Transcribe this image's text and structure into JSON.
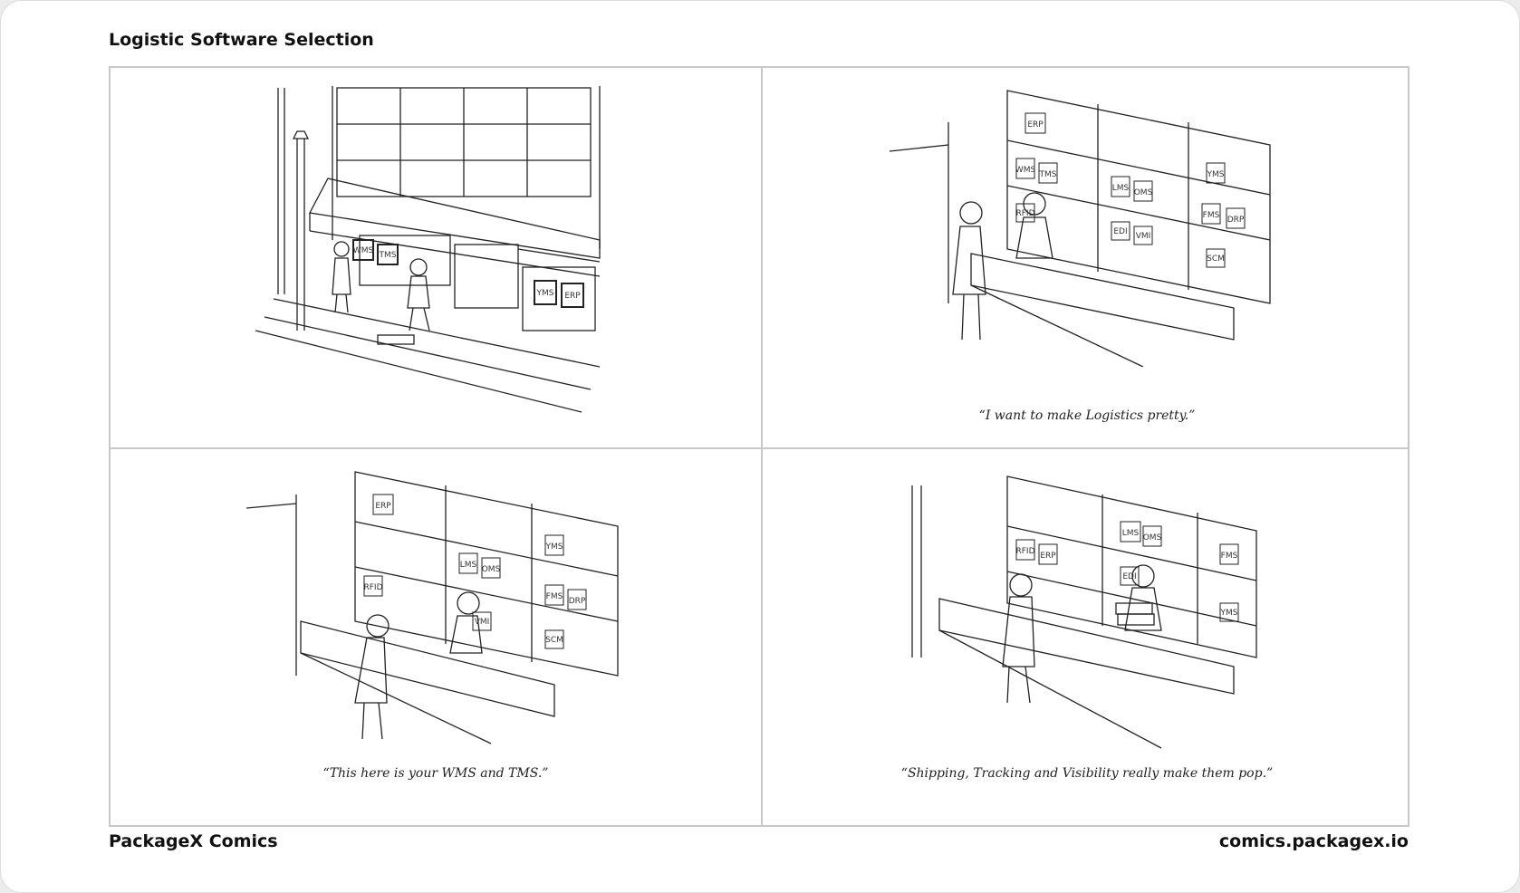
{
  "header": {
    "title": "Logistic Software Selection"
  },
  "panels": [
    {
      "caption": "",
      "signs": [
        "WMS",
        "TMS",
        "YMS",
        "ERP"
      ]
    },
    {
      "caption": "“I want to make Logistics pretty.”",
      "shelf_labels": [
        "ERP",
        "WMS",
        "TMS",
        "LMS",
        "OMS",
        "YMS",
        "FMS",
        "DRP",
        "RFID",
        "EDI",
        "VMI",
        "SCM"
      ]
    },
    {
      "caption": "“This here is your WMS and TMS.”",
      "shelf_labels": [
        "ERP",
        "LMS",
        "OMS",
        "YMS",
        "FMS",
        "DRP",
        "RFID",
        "VMI",
        "SCM"
      ]
    },
    {
      "caption": "“Shipping, Tracking and Visibility really make them pop.”",
      "shelf_labels": [
        "LMS",
        "OMS",
        "FMS",
        "RFID",
        "ERP",
        "EDI",
        "YMS"
      ]
    }
  ],
  "footer": {
    "brand": "PackageX Comics",
    "url": "comics.packagex.io"
  }
}
